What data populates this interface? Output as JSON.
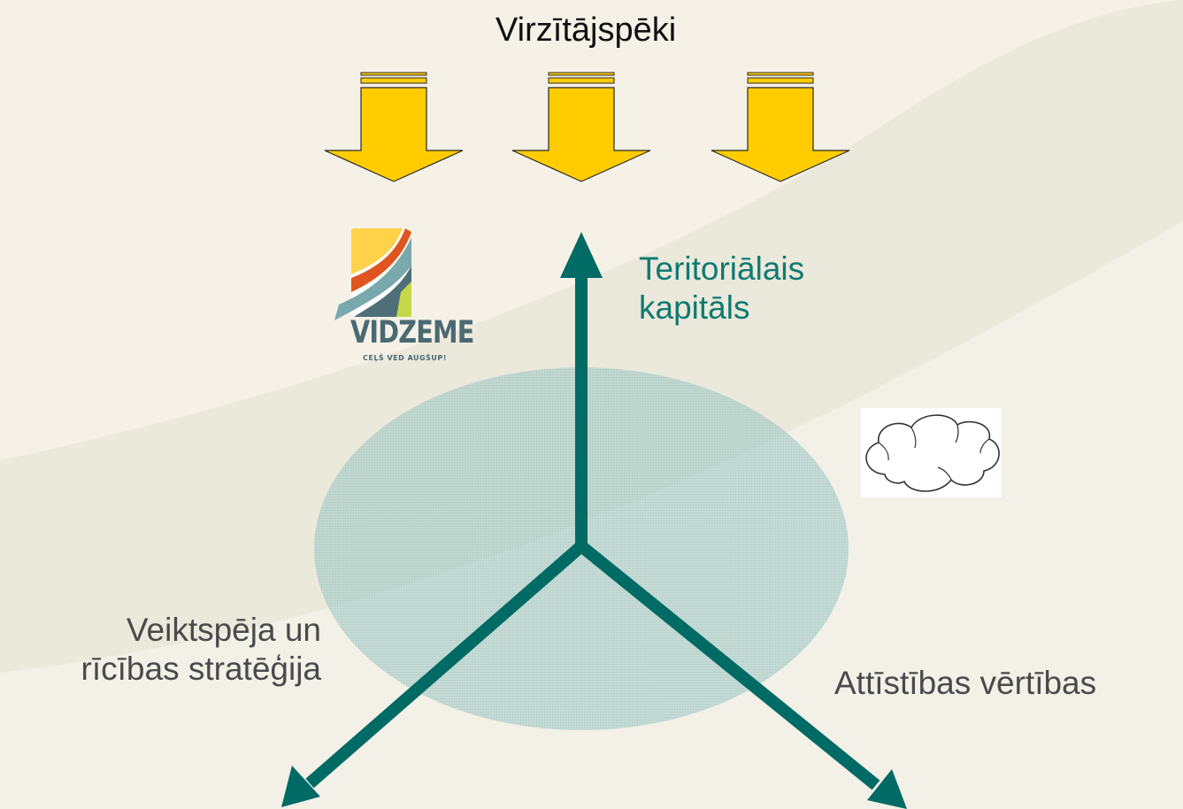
{
  "title": "Virzītājspēki",
  "labels": {
    "top_axis": "Teritoriālais\nkapitāls",
    "left_axis": "Veiktspēja un\nrīcības stratēģija",
    "right_axis": "Attīstības vērtības"
  },
  "logo": {
    "name": "VIDZEME",
    "slogan": "CEĻŠ VED AUGŠUP!"
  },
  "icons": [
    "down-arrow-icon",
    "vidzeme-logo",
    "cloud-icon"
  ],
  "colors": {
    "background": "#f5f1e7",
    "swoosh": "#ebe8dc",
    "arrow_fill": "#ffcc00",
    "axis": "#006a64",
    "circle": "#9ec8c4",
    "teal_text": "#0f7a70",
    "gray_text": "#4a4a4a"
  }
}
